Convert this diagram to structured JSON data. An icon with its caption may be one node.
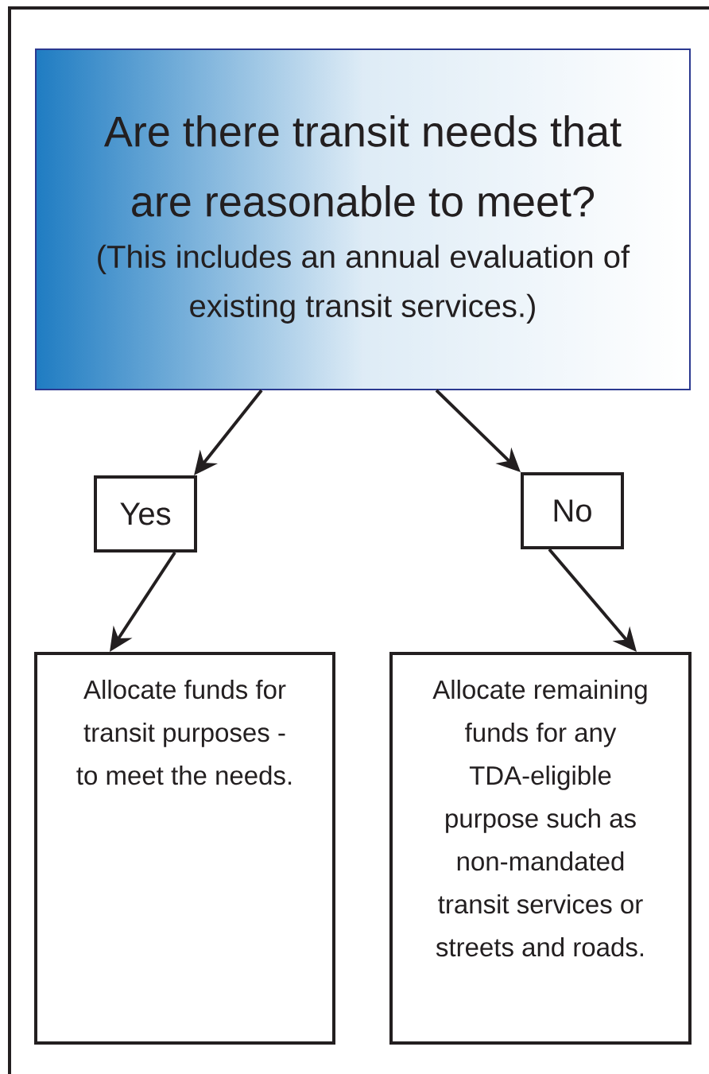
{
  "diagram": {
    "nodes": [
      {
        "text": [
          "Are there transit needs that are reasonable to meet?",
          "(This includes an annual evaluation of existing transit services.)"
        ]
      },
      {
        "text": [
          "Yes"
        ]
      },
      {
        "text": [
          "No"
        ]
      },
      {
        "text": [
          "Allocate funds for transit purposes - to meet the needs."
        ]
      },
      {
        "text": [
          "Allocate remaining funds for any TDA-eligible purpose such as non-mandated transit services or streets and roads."
        ]
      }
    ],
    "edges": [
      {
        "from": 0,
        "to": 1,
        "arrow": "to"
      },
      {
        "from": 0,
        "to": 2,
        "arrow": "to"
      },
      {
        "from": 1,
        "to": 3,
        "arrow": "to"
      },
      {
        "from": 2,
        "to": 4,
        "arrow": "to"
      }
    ]
  }
}
